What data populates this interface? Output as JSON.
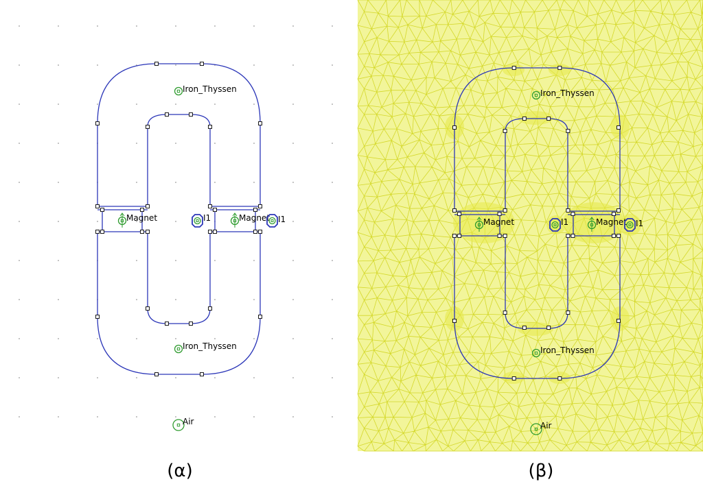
{
  "panels": [
    {
      "caption": "(α)",
      "mesh": false,
      "labels": {
        "iron_top": "Iron_Thyssen",
        "iron_bottom": "Iron_Thyssen",
        "magnet_left": "Magnet",
        "magnet_right": "Magnet",
        "coil_left": "I1",
        "coil_right": "I1",
        "air": "Air"
      }
    },
    {
      "caption": "(β)",
      "mesh": true,
      "labels": {
        "iron_top": "Iron_Thyssen",
        "iron_bottom": "Iron_Thyssen",
        "magnet_left": "Magnet",
        "magnet_right": "Magnet",
        "coil_left": "I1",
        "coil_right": "I1",
        "air": "Air"
      }
    }
  ],
  "colors": {
    "geometry": "#2b36b8",
    "node": "#1a1a1a",
    "label_marker": "#2e9b2e",
    "mesh_line": "#d4d82a",
    "mesh_background": "#f2f59a",
    "grid_dot": "#9a9a9a"
  }
}
